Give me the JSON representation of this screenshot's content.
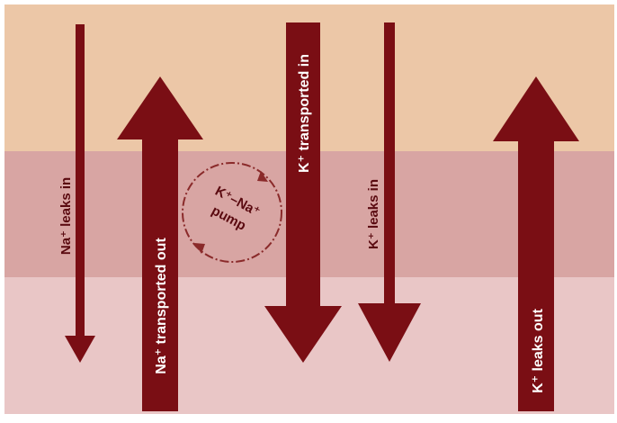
{
  "colors": {
    "zone_top": "#ecc7a7",
    "zone_middle": "#d8a5a3",
    "zone_bottom": "#e9c6c6",
    "arrow": "#7a0e14",
    "label_on_thick": "#ffffff",
    "label_on_thin": "#5a0a10",
    "pump_circle": "#8a2a2a"
  },
  "arrows": {
    "na_leaks_in": {
      "label": "Na⁺ leaks in",
      "direction": "down",
      "weight": "thin"
    },
    "na_transported_out": {
      "label": "Na⁺ transported out",
      "direction": "up",
      "weight": "thick"
    },
    "k_transported_in": {
      "label": "K⁺ transported in",
      "direction": "down",
      "weight": "thick"
    },
    "k_leaks_in": {
      "label": "K⁺ leaks in",
      "direction": "down",
      "weight": "thin"
    },
    "k_leaks_out": {
      "label": "K⁺ leaks out",
      "direction": "up",
      "weight": "thick"
    }
  },
  "pump": {
    "label_line1": "K⁺–Na⁺",
    "label_line2": "pump",
    "icon": "circular-arrows-icon"
  }
}
